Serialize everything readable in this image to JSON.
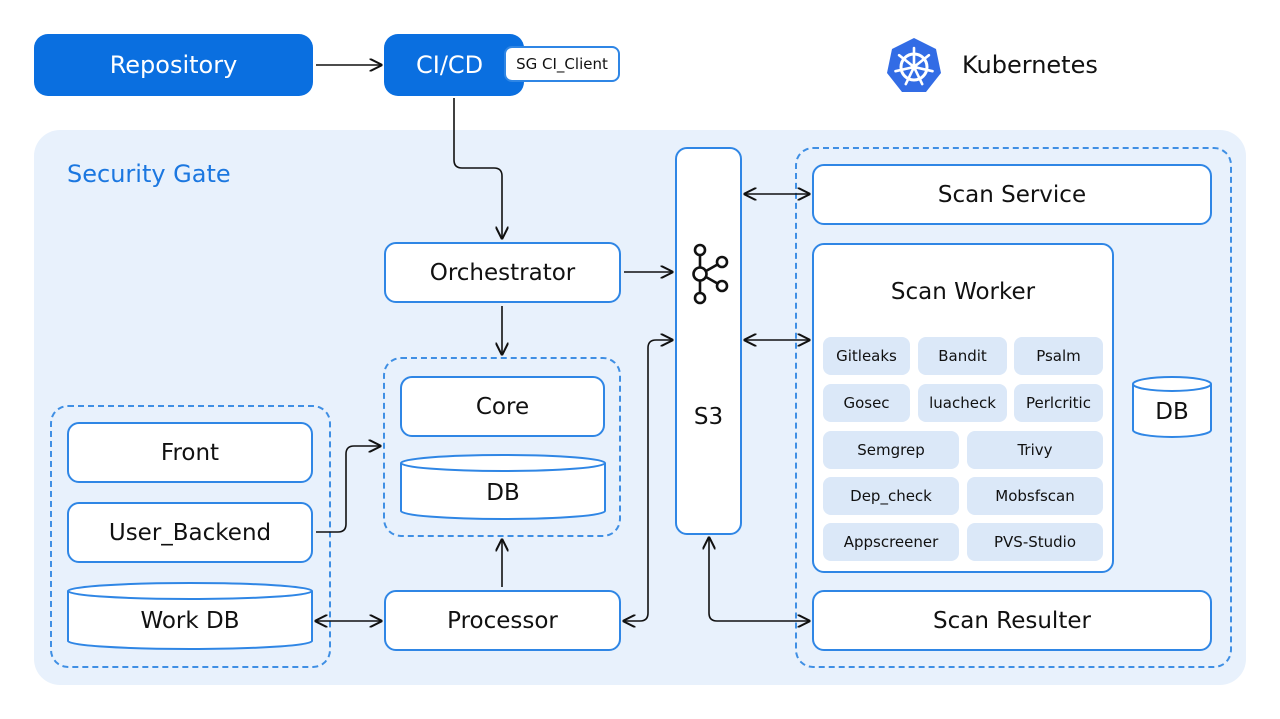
{
  "header": {
    "repository": "Repository",
    "cicd": "CI/CD",
    "sg_client": "SG CI_Client",
    "kubernetes": "Kubernetes"
  },
  "gate": {
    "label": "Security Gate",
    "orchestrator": "Orchestrator",
    "core": "Core",
    "core_db": "DB",
    "front": "Front",
    "user_backend": "User_Backend",
    "work_db": "Work DB",
    "processor": "Processor",
    "s3": "S3"
  },
  "scanners": {
    "scan_service": "Scan Service",
    "scan_worker": "Scan Worker",
    "tools": [
      "Gitleaks",
      "Bandit",
      "Psalm",
      "Gosec",
      "luacheck",
      "Perlcritic",
      "Semgrep",
      "Trivy",
      "Dep_check",
      "Mobsfscan",
      "Appscreener",
      "PVS-Studio"
    ],
    "db": "DB",
    "scan_resulter": "Scan Resulter"
  },
  "colors": {
    "primary": "#0a6fe0",
    "border": "#2f86e5",
    "panel": "#e8f1fc",
    "chip": "#dbe8f8",
    "arrow": "#111111"
  },
  "icons": {
    "kubernetes": "kubernetes-helm-icon",
    "kafka": "kafka-icon"
  }
}
